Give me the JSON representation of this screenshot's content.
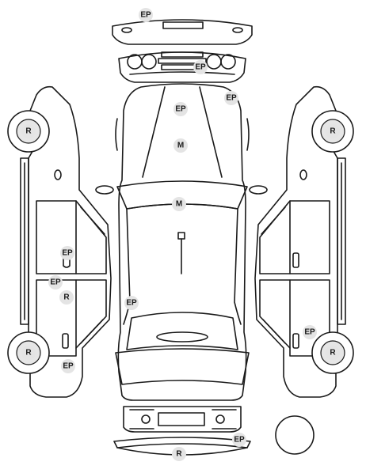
{
  "codes": {
    "ep": "EP",
    "m": "M",
    "r": "R"
  },
  "colors": {
    "line": "#1a1a1a",
    "badge": "#e4e4e4",
    "tire_inner": "#e6e6e6",
    "background": "#ffffff"
  },
  "markers": [
    {
      "code": "ep",
      "part": "front-bumper"
    },
    {
      "code": "ep",
      "part": "front-grille"
    },
    {
      "code": "ep",
      "part": "hood-right-edge"
    },
    {
      "code": "ep",
      "part": "hood"
    },
    {
      "code": "m",
      "part": "hood"
    },
    {
      "code": "m",
      "part": "windshield"
    },
    {
      "code": "ep",
      "part": "left-front-door"
    },
    {
      "code": "ep",
      "part": "left-rocker"
    },
    {
      "code": "r",
      "part": "left-rear-door"
    },
    {
      "code": "ep",
      "part": "roof-left-rear"
    },
    {
      "code": "ep",
      "part": "left-rear-wheel-area"
    },
    {
      "code": "ep",
      "part": "right-rear-door"
    },
    {
      "code": "ep",
      "part": "rear-bumper"
    },
    {
      "code": "r",
      "part": "rear-bumper"
    },
    {
      "code": "r",
      "part": "left-front-tire"
    },
    {
      "code": "r",
      "part": "left-rear-tire"
    },
    {
      "code": "r",
      "part": "right-front-tire"
    },
    {
      "code": "r",
      "part": "right-rear-tire"
    }
  ]
}
